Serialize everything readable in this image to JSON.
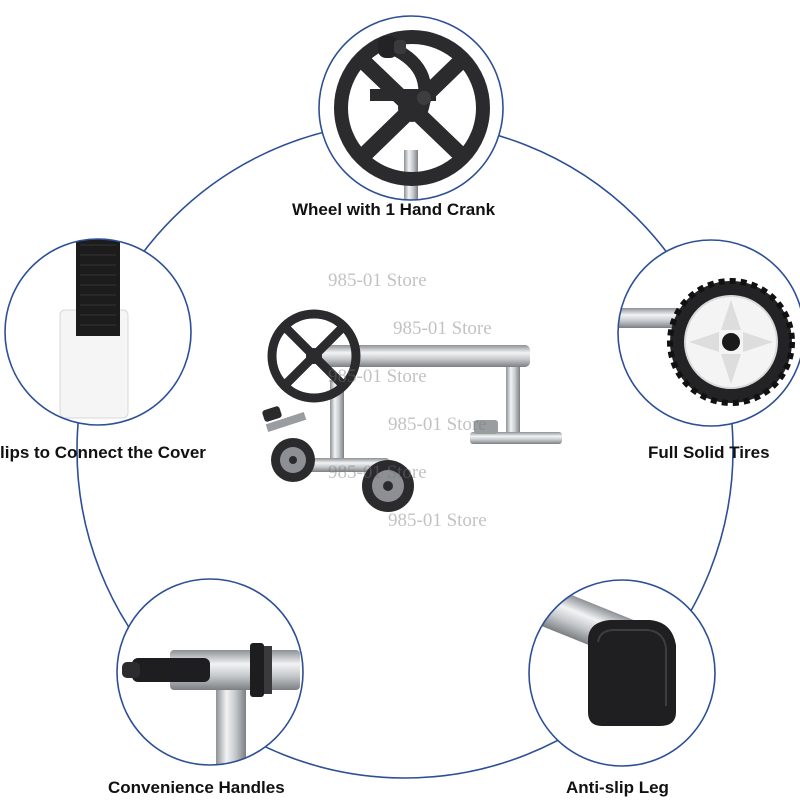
{
  "colors": {
    "ring": "#2c4f96",
    "text": "#111111",
    "wheel_dark": "#2b2b2e",
    "steel": "#b9bcc0",
    "white_part": "#f4f4f4"
  },
  "labels": {
    "top": "Wheel with 1 Hand Crank",
    "left": "lips to Connect the Cover",
    "right": "Full Solid Tires",
    "bottom_left": "Convenience Handles",
    "bottom_right": "Anti-slip Leg"
  },
  "watermark": [
    "985-01 Store",
    "985-01 Store",
    "985-01 Store",
    "985-01 Store",
    "985-01 Store",
    "985-01 Store"
  ],
  "icons": [
    "crank-wheel-icon",
    "velcro-strap-icon",
    "solid-tire-icon",
    "handle-icon",
    "anti-slip-leg-icon",
    "pool-cover-reel-icon"
  ]
}
